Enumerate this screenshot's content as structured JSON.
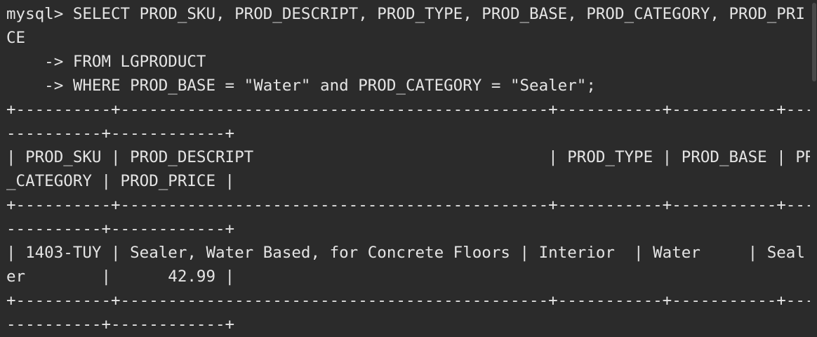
{
  "terminal": {
    "lines": [
      "mysql> SELECT PROD_SKU, PROD_DESCRIPT, PROD_TYPE, PROD_BASE, PROD_CATEGORY, PROD_PRI",
      "CE",
      "    -> FROM LGPRODUCT",
      "    -> WHERE PROD_BASE = \"Water\" and PROD_CATEGORY = \"Sealer\";",
      "+----------+---------------------------------------------+-----------+-----------+-----",
      "----------+------------+",
      "| PROD_SKU | PROD_DESCRIPT                               | PROD_TYPE | PROD_BASE | PROD",
      "_CATEGORY | PROD_PRICE |",
      "+----------+---------------------------------------------+-----------+-----------+-----",
      "----------+------------+",
      "| 1403-TUY | Sealer, Water Based, for Concrete Floors | Interior  | Water     | Seal",
      "er        |      42.99 |",
      "+----------+---------------------------------------------+-----------+-----------+-----",
      "----------+------------+"
    ]
  }
}
